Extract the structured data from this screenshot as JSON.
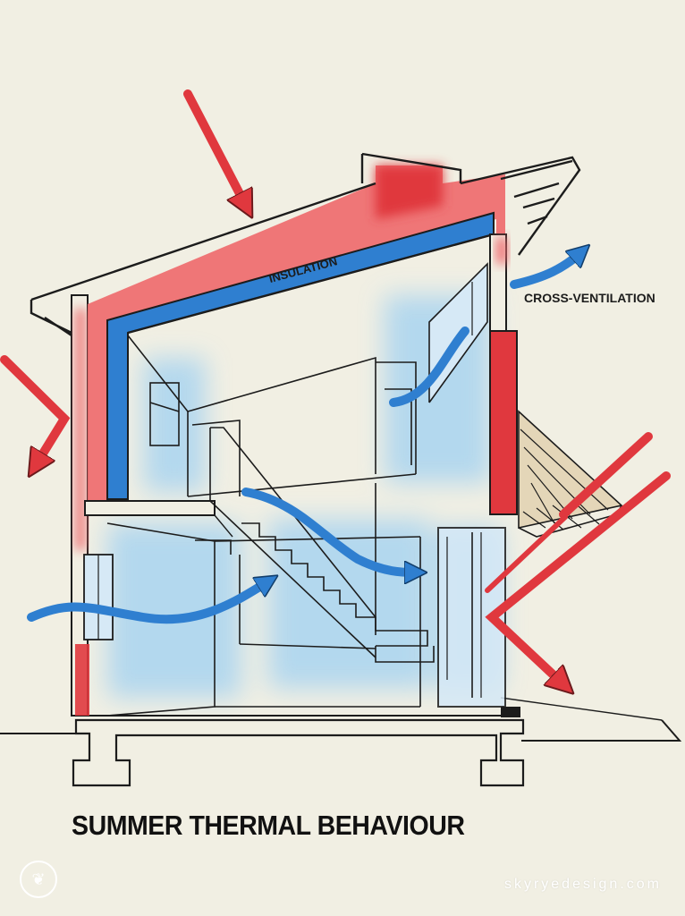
{
  "labels": {
    "insulation": "INSULATION",
    "cross_ventilation": "CROSS-VENTILATION"
  },
  "title": "SUMMER THERMAL BEHAVIOUR",
  "watermark": "skyryedesign.com",
  "logo_glyph": "❦",
  "colors": {
    "background": "#f1efe3",
    "heat": "#e0383e",
    "heat_zone": "#ef6b6e",
    "insulation": "#2f7fd0",
    "cool_air": "#a9d4f0",
    "outline": "#1c1c1c"
  }
}
